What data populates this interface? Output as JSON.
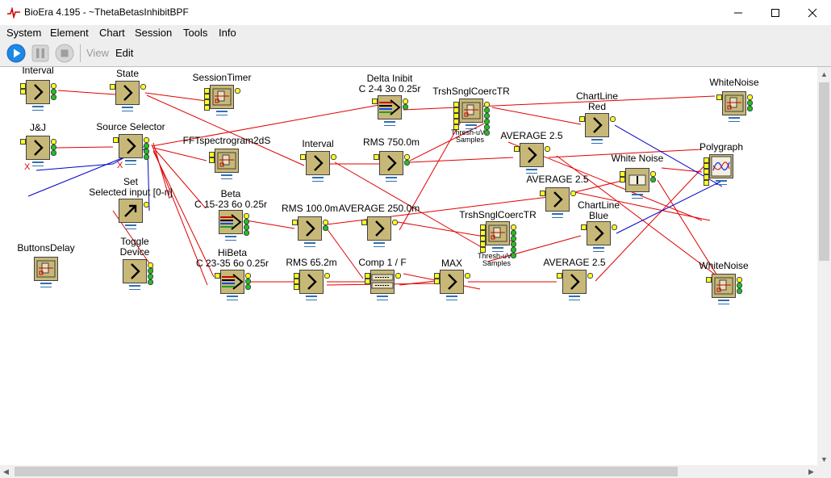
{
  "window": {
    "title": "BioEra 4.195 - ~ThetaBetasInhibitBPF",
    "minimize_icon": "minimize-icon",
    "maximize_icon": "maximize-icon",
    "close_icon": "close-icon"
  },
  "menu": [
    "System",
    "Element",
    "Chart",
    "Session",
    "Tools",
    "Info"
  ],
  "toolbar": {
    "play_icon": "play-icon",
    "pause_icon": "pause-icon",
    "stop_icon": "stop-icon",
    "view_label": "View",
    "edit_label": "Edit"
  },
  "colors": {
    "block_fill": "#c8b878",
    "block_border": "#404040",
    "wire_red": "#e00000",
    "wire_blue": "#0000cc",
    "port_yellow": "#ffff20",
    "port_green": "#20c020",
    "play_blue": "#1e88e5"
  },
  "elements": [
    {
      "label": "Interval",
      "icon": "arrow-icon"
    },
    {
      "label": "State",
      "icon": "arrow-icon"
    },
    {
      "label": "SessionTimer",
      "icon": "display-icon"
    },
    {
      "label": "J&J",
      "icon": "arrow-icon"
    },
    {
      "label": "Source Selector",
      "icon": "arrow-icon"
    },
    {
      "label": "FFTspectrogram2dS",
      "icon": "display-icon"
    },
    {
      "label": "Set\nSelected input [0-n]",
      "icon": "diagonal-arrow-icon"
    },
    {
      "label": "Beta\nC 15-23 6o 0.25r",
      "icon": "filter-icon"
    },
    {
      "label": "ButtonsDelay",
      "icon": "display-icon"
    },
    {
      "label": "Toggle\nDevice",
      "icon": "arrow-icon"
    },
    {
      "label": "HiBeta\nC 23-35 6o 0.25r",
      "icon": "filter-icon"
    },
    {
      "label": "Delta Inibit\nC 2-4 3o 0.25r",
      "icon": "filter-icon"
    },
    {
      "label": "Interval",
      "icon": "arrow-icon"
    },
    {
      "label": "RMS 750.0m",
      "icon": "arrow-icon"
    },
    {
      "label": "RMS 100.0m",
      "icon": "arrow-icon"
    },
    {
      "label": "AVERAGE 250.0m",
      "icon": "arrow-icon"
    },
    {
      "label": "RMS 65.2m",
      "icon": "arrow-icon"
    },
    {
      "label": "Comp 1 / F",
      "icon": "compare-icon"
    },
    {
      "label": "TrshSnglCoercTR",
      "icon": "display-icon"
    },
    {
      "label": "TrshSnglCoercTR",
      "icon": "display-icon"
    },
    {
      "label": "MAX",
      "icon": "arrow-icon"
    },
    {
      "label": "AVERAGE 2.5",
      "icon": "arrow-icon"
    },
    {
      "label": "AVERAGE 2.5",
      "icon": "arrow-icon"
    },
    {
      "label": "AVERAGE 2.5",
      "icon": "arrow-icon"
    },
    {
      "label": "ChartLine\nRed",
      "icon": "arrow-icon"
    },
    {
      "label": "ChartLine\nBlue",
      "icon": "arrow-icon"
    },
    {
      "label": "White Noise",
      "icon": "noise-icon"
    },
    {
      "label": "WhiteNoise",
      "icon": "display-icon"
    },
    {
      "label": "Polygraph",
      "icon": "chart-icon"
    },
    {
      "label": "WhiteNoise",
      "icon": "display-icon"
    }
  ],
  "sublabels": {
    "thresh": "Thresh-uV",
    "samples": "Samples"
  },
  "markers": {
    "x_mark": "X"
  }
}
